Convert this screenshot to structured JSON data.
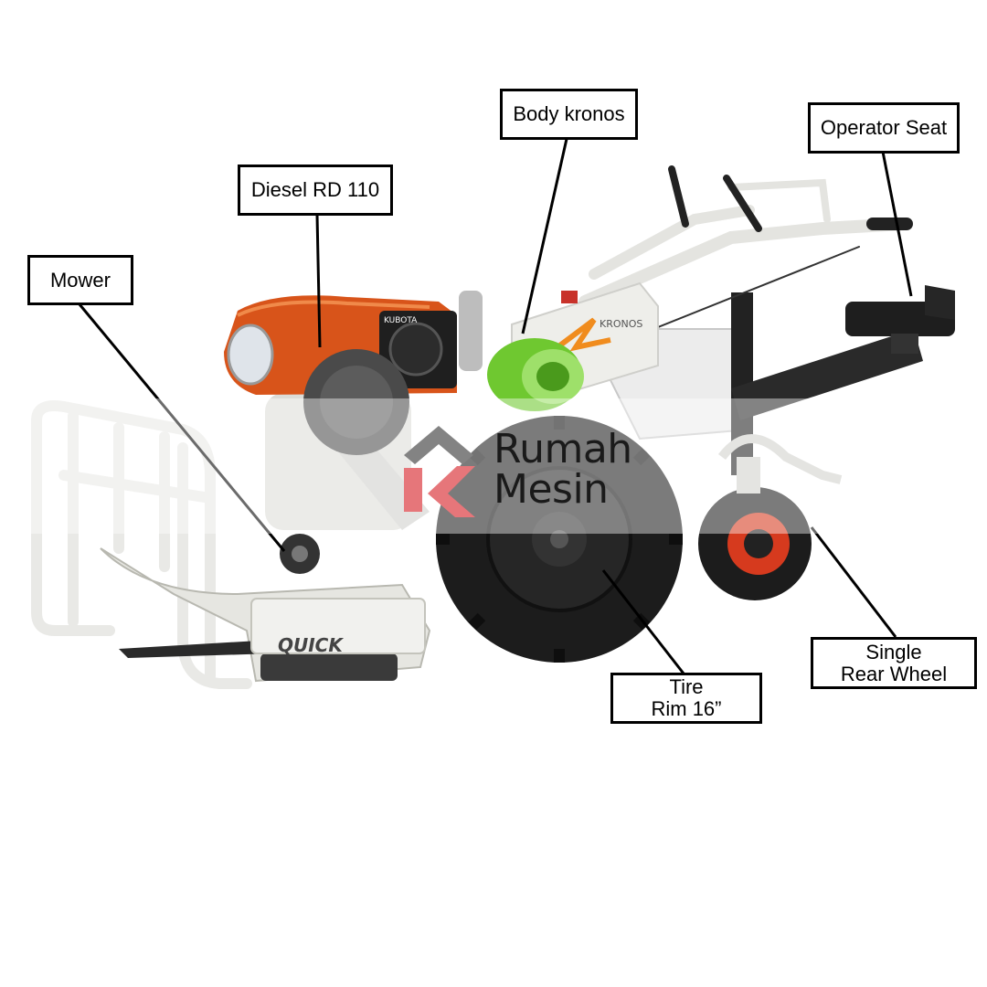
{
  "labels": {
    "mower": "Mower",
    "diesel": "Diesel RD 110",
    "body": "Body kronos",
    "seat": "Operator Seat",
    "rear_wheel": "Single\n Rear Wheel",
    "tire": "Tire\n Rim 16”"
  },
  "watermark": {
    "line1": "Rumah",
    "line2": "Mesin"
  },
  "decals": {
    "engine_brand": "KUBOTA",
    "body_brand": "KRONOS",
    "mower_brand": "QUICK"
  },
  "colors": {
    "engine": "#d8541a",
    "body": "#eeeeea",
    "green": "#6fc830",
    "tire": "#1c1c1c",
    "rim_red": "#d63a1e",
    "logo_red": "#d4141b",
    "logo_dark": "#2a2a2a"
  }
}
